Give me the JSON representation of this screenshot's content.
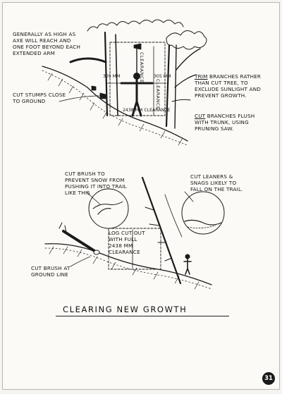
{
  "illustration_top": {
    "label_axe_reach": "Generally as high as\naxe will reach and\none foot beyond each\nextended arm",
    "label_cut_stumps": "Cut stumps close\nto ground",
    "dim_305_left": "305 mm",
    "dim_305_right": "305 mm",
    "label_clearance_vertical": "Clearance",
    "label_clearance_vertical_2": "Clearance",
    "label_clearance_bottom": "2438 mm clearance",
    "note_trim_keyword": "Trim",
    "note_trim_rest": " branches rather\nthan cut tree, to\nexclude sunlight and\nprevent growth.",
    "note_cut_keyword": "Cut",
    "note_cut_rest": " branches flush\nwith trunk, using\npruning saw."
  },
  "illustration_bottom": {
    "label_cut_brush": "Cut brush to\nprevent snow from\npushing it into trail\nlike this",
    "label_cut_leaners": "Cut leaners &\nsnags likely to\nfall on the trail.",
    "label_log_cut": "Log cut out\nwith full\n2438 mm\nclearance",
    "label_cut_brush_ground": "Cut brush at\nground line"
  },
  "section_title": "Clearing New Growth",
  "page_number": "31"
}
